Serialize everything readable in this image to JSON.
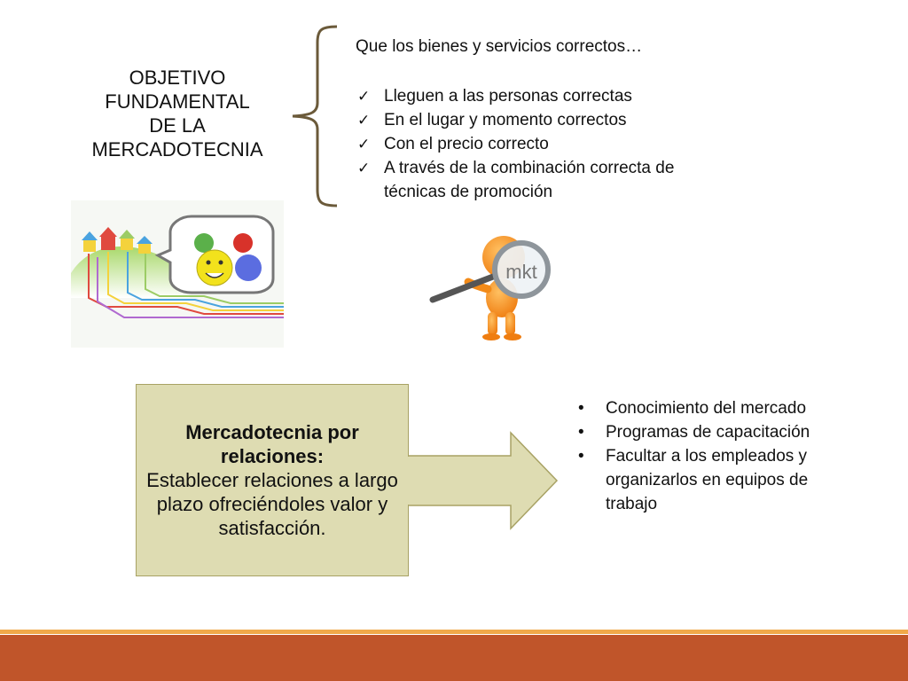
{
  "objective": {
    "title_lines": [
      "OBJETIVO",
      "FUNDAMENTAL",
      "DE LA",
      "MERCADOTECNIA"
    ]
  },
  "intro": "Que los bienes y servicios correctos…",
  "checklist": [
    {
      "lines": [
        "Lleguen a las personas correctas"
      ]
    },
    {
      "lines": [
        "En el lugar y momento correctos"
      ]
    },
    {
      "lines": [
        "Con el precio correcto"
      ]
    },
    {
      "lines": [
        "A través de la combinación correcta de",
        "técnicas de promoción"
      ]
    }
  ],
  "check_icon": "✓",
  "magnifier_label": "mkt",
  "relationship": {
    "title": "Mercadotecnia por relaciones:",
    "body": "Establecer relaciones a largo plazo ofreciéndoles valor y satisfacción."
  },
  "bullet_icon": "•",
  "bullets": [
    "Conocimiento del mercado",
    "Programas de capacitación",
    "Facultar a los empleados y organizarlos en equipos de trabajo"
  ],
  "colors": {
    "box_fill": "#dedcb2",
    "box_border": "#a8a264",
    "footer_accent": "#f0a94a",
    "footer_bar": "#c0552a",
    "figure_orange": "#f7941d"
  }
}
